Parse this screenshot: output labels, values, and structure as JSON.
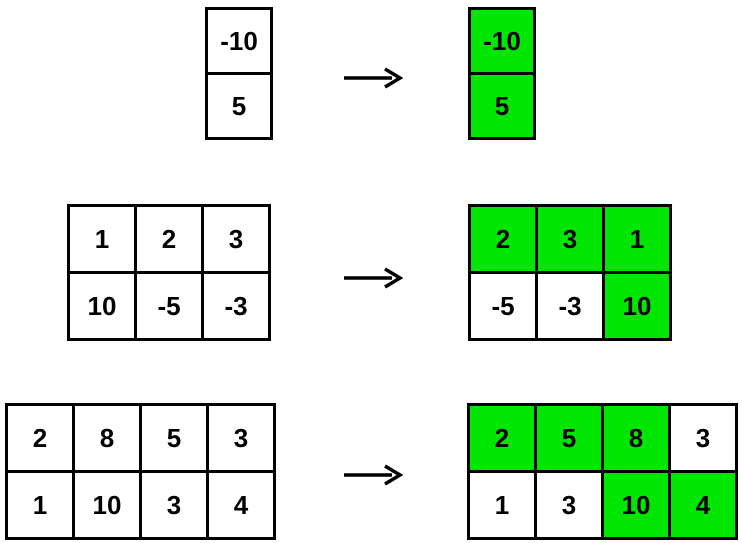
{
  "colors": {
    "highlight_green": "#00e600",
    "cell_background": "#ffffff",
    "grid_border": "#000000",
    "arrow": "#000000",
    "page_background": "#ffffff"
  },
  "icons": {
    "arrow": "arrow-right-icon"
  },
  "examples": [
    {
      "id": 1,
      "input": {
        "cells": [
          [
            "-10"
          ],
          [
            "5"
          ]
        ],
        "highlight": [
          [
            false
          ],
          [
            false
          ]
        ]
      },
      "output": {
        "cells": [
          [
            "-10"
          ],
          [
            "5"
          ]
        ],
        "highlight": [
          [
            true
          ],
          [
            true
          ]
        ]
      }
    },
    {
      "id": 2,
      "input": {
        "cells": [
          [
            "1",
            "2",
            "3"
          ],
          [
            "10",
            "-5",
            "-3"
          ]
        ],
        "highlight": [
          [
            false,
            false,
            false
          ],
          [
            false,
            false,
            false
          ]
        ]
      },
      "output": {
        "cells": [
          [
            "2",
            "3",
            "1"
          ],
          [
            "-5",
            "-3",
            "10"
          ]
        ],
        "highlight": [
          [
            true,
            true,
            true
          ],
          [
            false,
            false,
            true
          ]
        ]
      }
    },
    {
      "id": 3,
      "input": {
        "cells": [
          [
            "2",
            "8",
            "5",
            "3"
          ],
          [
            "1",
            "10",
            "3",
            "4"
          ]
        ],
        "highlight": [
          [
            false,
            false,
            false,
            false
          ],
          [
            false,
            false,
            false,
            false
          ]
        ]
      },
      "output": {
        "cells": [
          [
            "2",
            "5",
            "8",
            "3"
          ],
          [
            "1",
            "3",
            "10",
            "4"
          ]
        ],
        "highlight": [
          [
            true,
            true,
            true,
            false
          ],
          [
            false,
            false,
            true,
            true
          ]
        ]
      }
    }
  ]
}
